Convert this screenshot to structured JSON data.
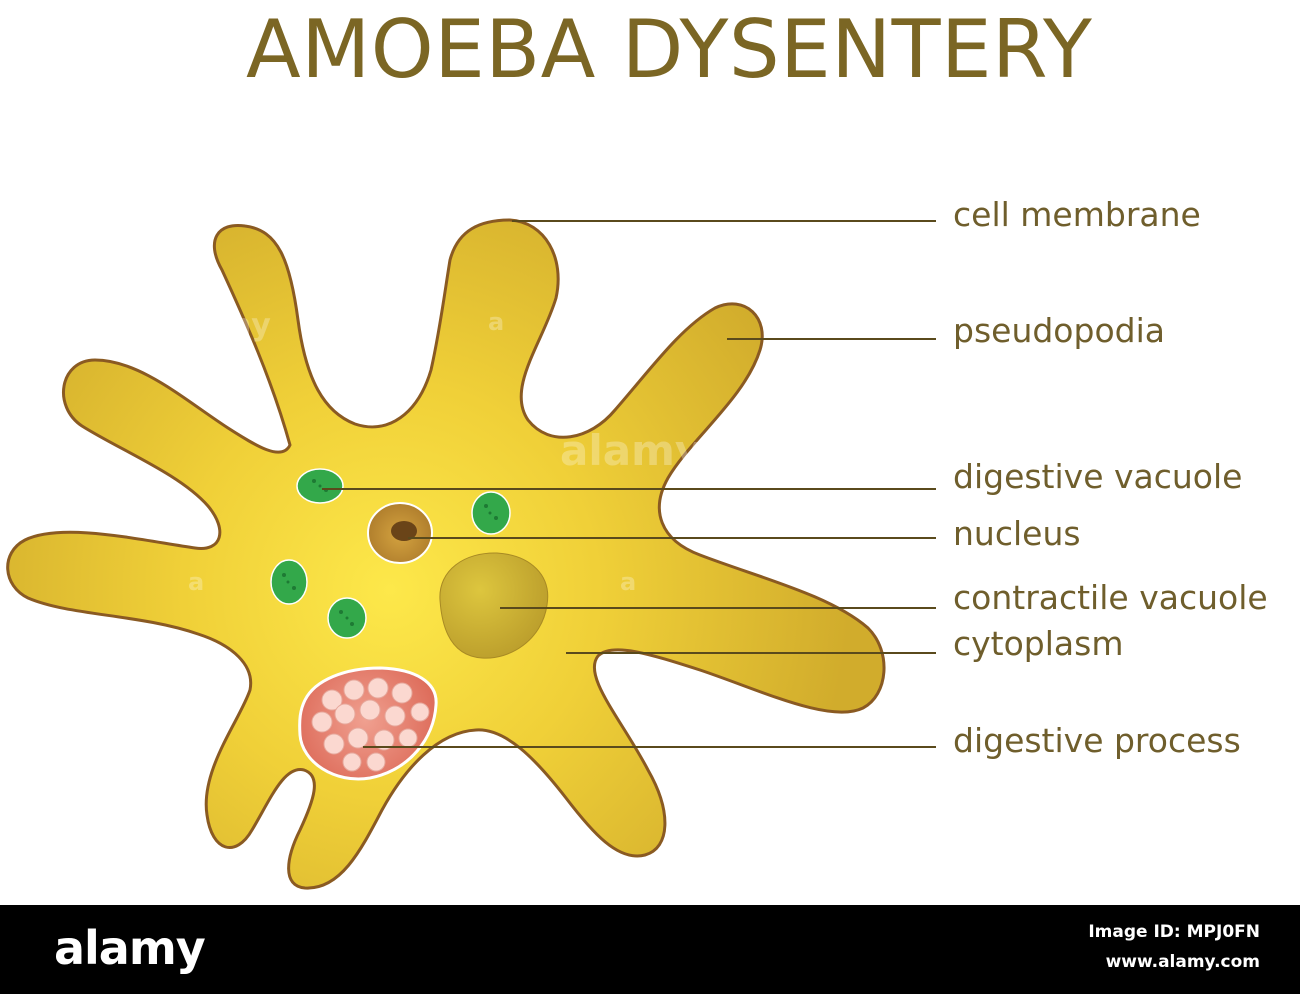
{
  "title": "AMOEBA DYSENTERY",
  "labels": {
    "cell_membrane": "cell membrane",
    "pseudopodia": "pseudopodia",
    "digestive_vacuole": "digestive vacuole",
    "nucleus": "nucleus",
    "contractile_vacuole": "contractile vacuole",
    "cytoplasm": "cytoplasm",
    "digestive_process": "digestive process"
  },
  "footer": {
    "brand": "alamy",
    "image_id": "Image ID: MPJ0FN",
    "site": "www.alamy.com"
  },
  "watermark": "alamy",
  "colors": {
    "title": "#7b6624",
    "label_text": "#6f5e2c",
    "leader_line": "#5a4a1c",
    "membrane": "#8a5a22",
    "cytoplasm_center": "#fde84a",
    "cytoplasm_edge": "#d1ac2c",
    "vacuole_green": "#33a84a",
    "nucleus": "#b8862c",
    "contractile_vacuole": "#c6ac32",
    "food_vacuole": "#e07a68",
    "footer_bg": "#000000"
  }
}
